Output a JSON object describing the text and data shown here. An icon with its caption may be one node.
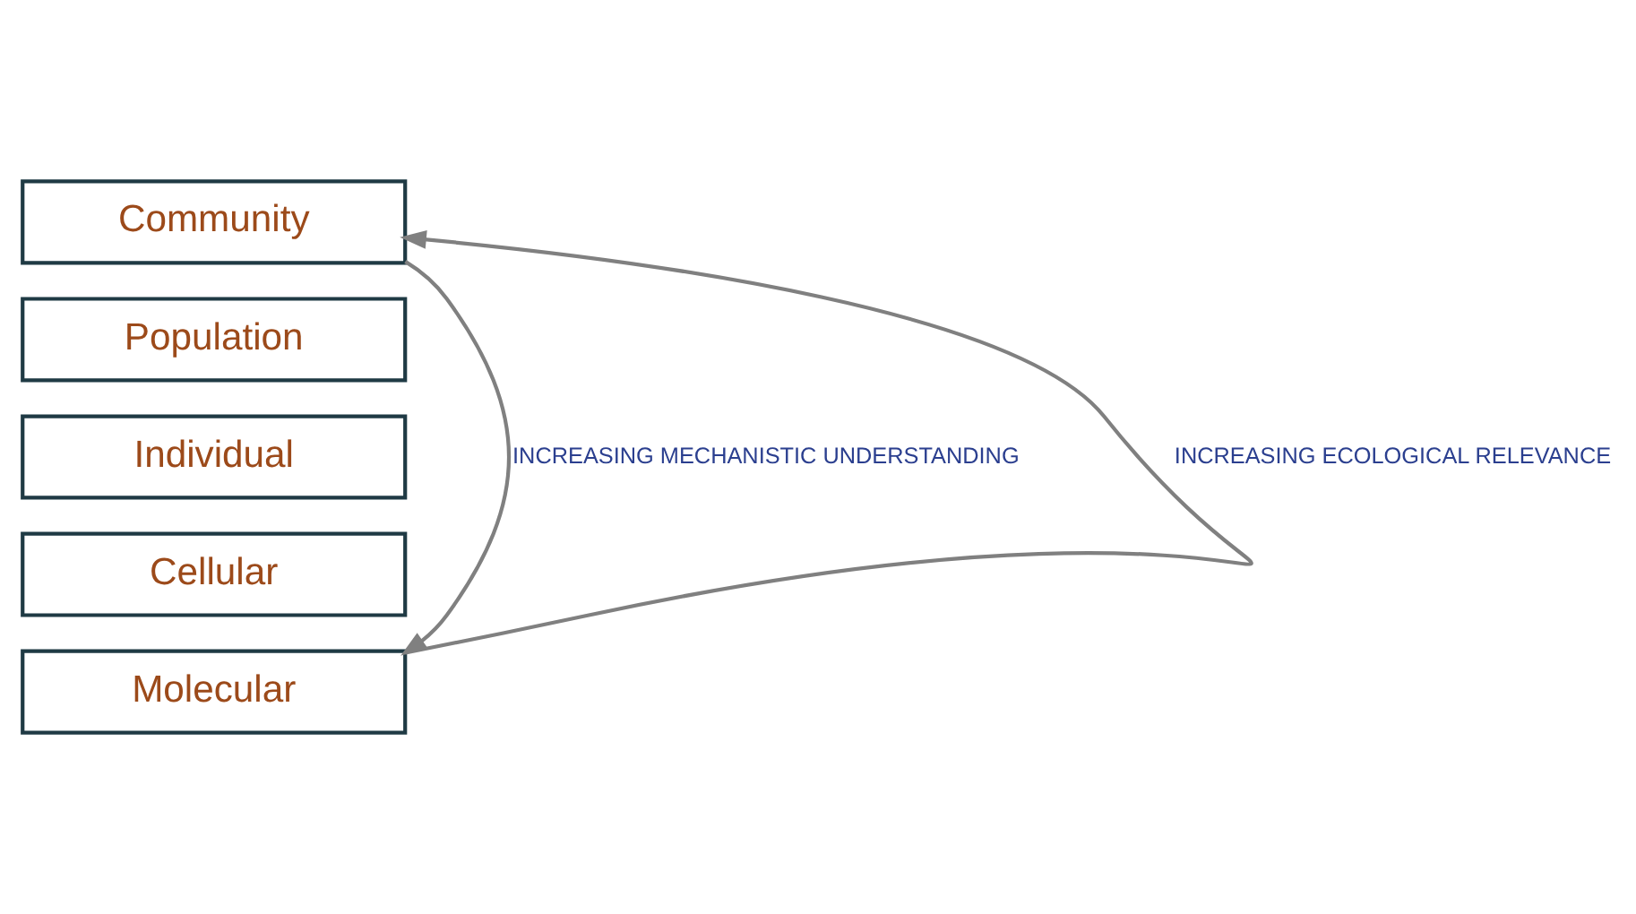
{
  "diagram": {
    "nodes": [
      {
        "text": [
          "Community"
        ]
      },
      {
        "text": [
          "Population"
        ]
      },
      {
        "text": [
          "Individual"
        ]
      },
      {
        "text": [
          "Cellular"
        ]
      },
      {
        "text": [
          "Molecular"
        ]
      }
    ],
    "edges": [
      {
        "from": 4,
        "to": 0,
        "arrow": "to",
        "label": "INCREASING ECOLOGICAL RELEVANCE"
      },
      {
        "from": 0,
        "to": 4,
        "arrow": "to",
        "label": "INCREASING MECHANISTIC UNDERSTANDING"
      }
    ]
  }
}
